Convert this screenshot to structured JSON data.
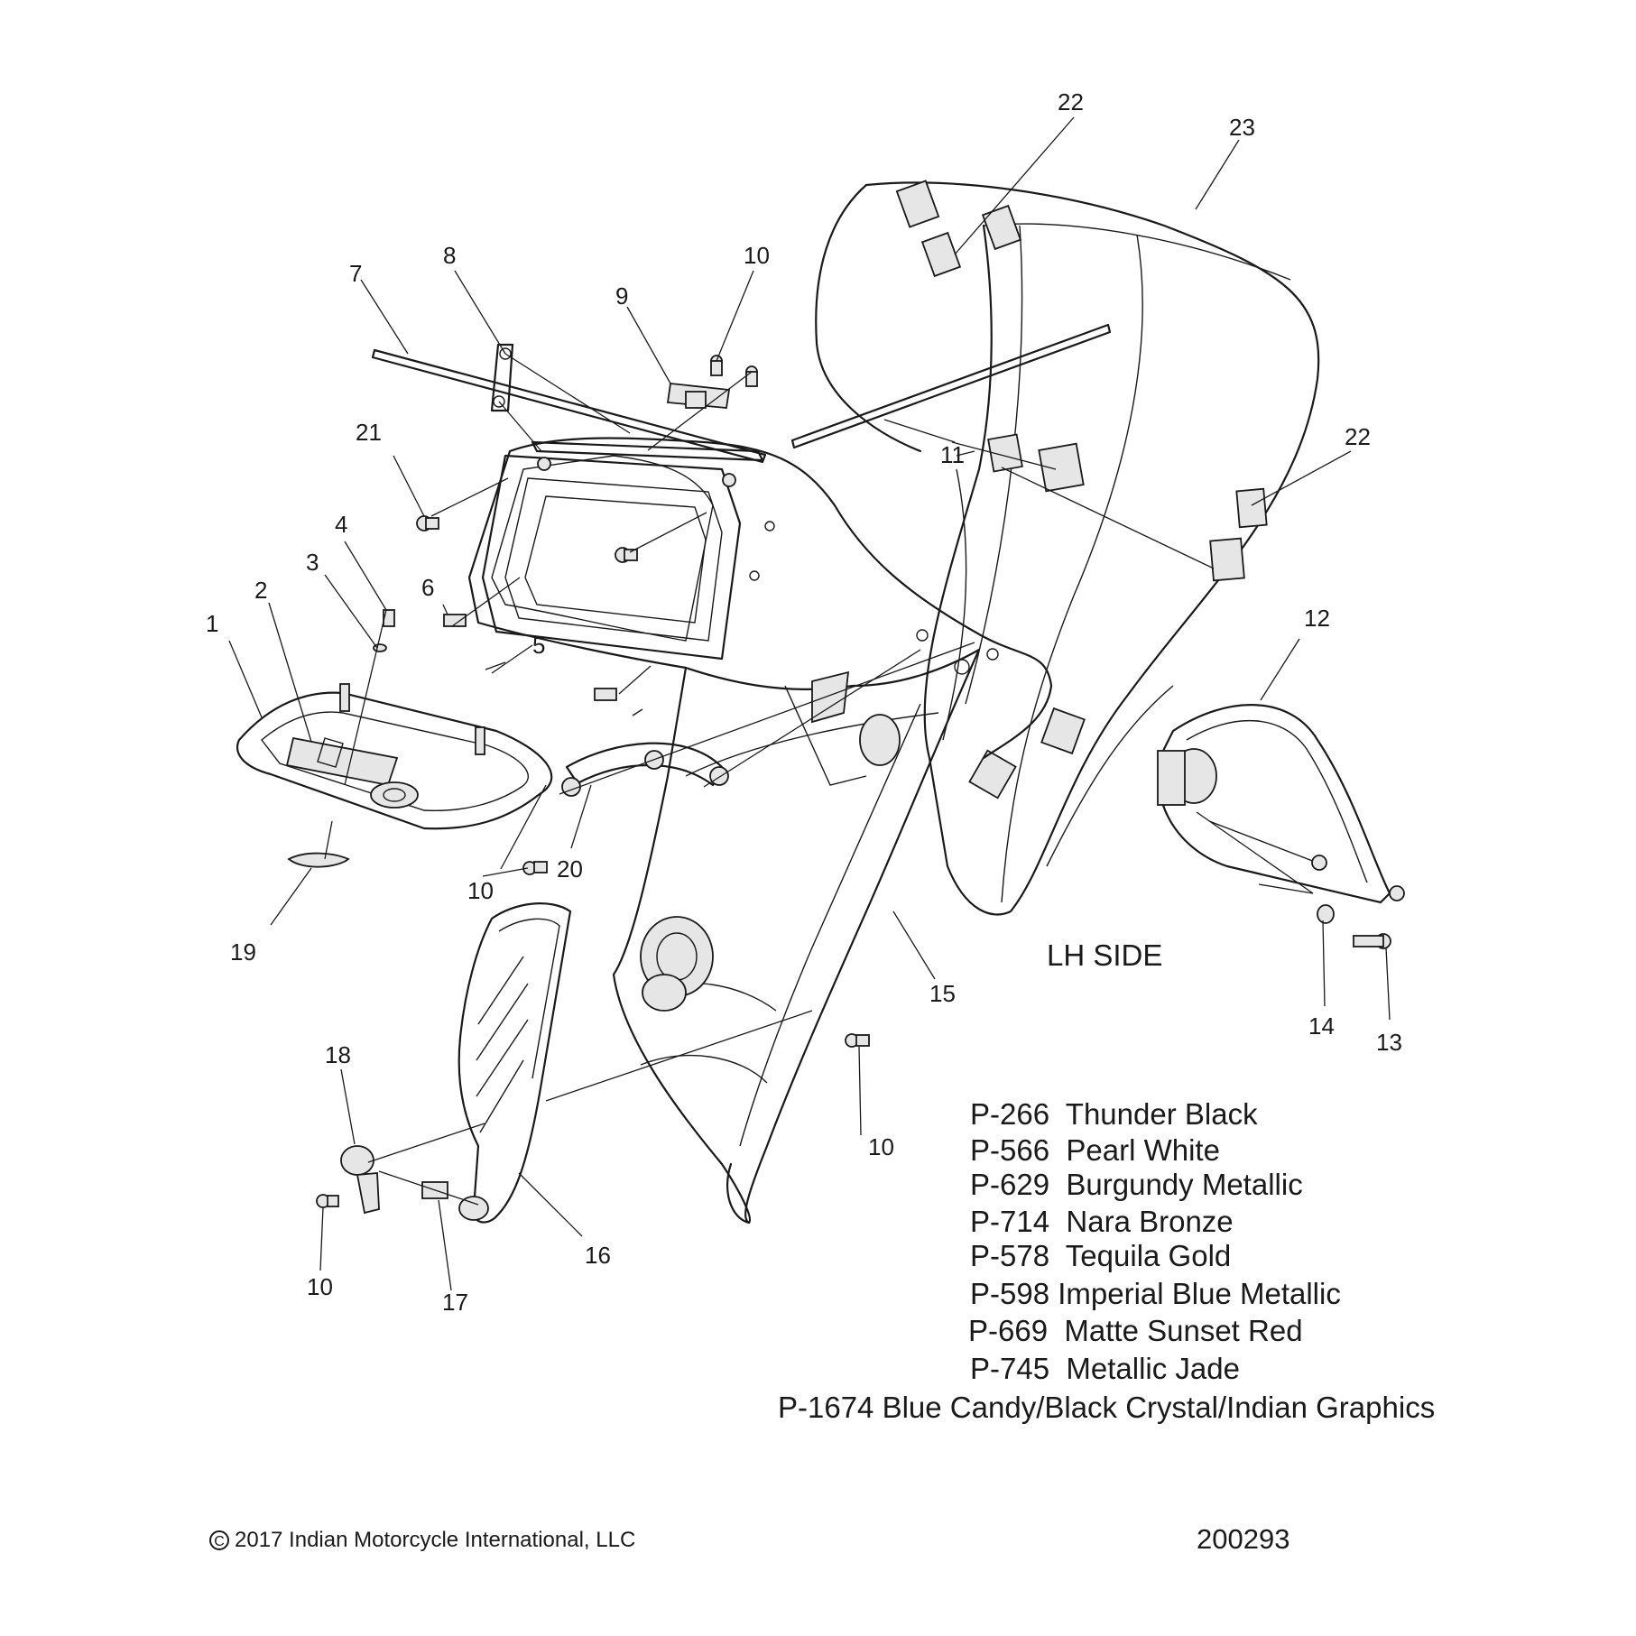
{
  "callouts": [
    {
      "id": "c22a",
      "text": "22"
    },
    {
      "id": "c23",
      "text": "23"
    },
    {
      "id": "c8",
      "text": "8"
    },
    {
      "id": "c10a",
      "text": "10"
    },
    {
      "id": "c7",
      "text": "7"
    },
    {
      "id": "c9",
      "text": "9"
    },
    {
      "id": "c11",
      "text": "11"
    },
    {
      "id": "c22b",
      "text": "22"
    },
    {
      "id": "c21",
      "text": "21"
    },
    {
      "id": "c4",
      "text": "4"
    },
    {
      "id": "c3",
      "text": "3"
    },
    {
      "id": "c2",
      "text": "2"
    },
    {
      "id": "c6",
      "text": "6"
    },
    {
      "id": "c5",
      "text": "5"
    },
    {
      "id": "c1",
      "text": "1"
    },
    {
      "id": "c12",
      "text": "12"
    },
    {
      "id": "c10b",
      "text": "10"
    },
    {
      "id": "c20",
      "text": "20"
    },
    {
      "id": "c19",
      "text": "19"
    },
    {
      "id": "c15",
      "text": "15"
    },
    {
      "id": "c14",
      "text": "14"
    },
    {
      "id": "c13",
      "text": "13"
    },
    {
      "id": "c18",
      "text": "18"
    },
    {
      "id": "c10c",
      "text": "10"
    },
    {
      "id": "c16",
      "text": "16"
    },
    {
      "id": "c10d",
      "text": "10"
    },
    {
      "id": "c17",
      "text": "17"
    }
  ],
  "side_label": "LH SIDE",
  "color_options": [
    "P-266  Thunder Black",
    "P-566  Pearl White",
    "P-629  Burgundy Metallic",
    "P-714  Nara Bronze",
    "P-578  Tequila Gold",
    "P-598 Imperial Blue Metallic",
    "P-669  Matte Sunset Red",
    "P-745  Metallic Jade",
    "P-1674 Blue Candy/Black Crystal/Indian Graphics"
  ],
  "copyright_text": "2017 Indian Motorcycle International, LLC",
  "drawing_number": "200293"
}
